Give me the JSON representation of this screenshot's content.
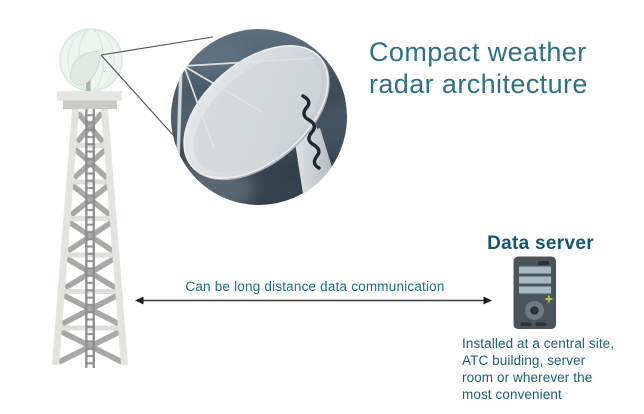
{
  "title": {
    "text": "Compact weather radar architecture",
    "lines": [
      "Compact weather",
      "radar architecture"
    ]
  },
  "link": {
    "caption": "Can be long distance data communication",
    "arrow_style": "double-headed-horizontal"
  },
  "server": {
    "label": "Data server",
    "description": "Installed at a central site, ATC building, server room or wherever the most convenient",
    "description_lines": [
      "Installed at a central site,",
      "ATC building, server",
      "room or wherever the",
      "most convenient"
    ]
  },
  "icons": {
    "tower": "lattice-radar-tower-icon",
    "radome": "radome-sphere-icon",
    "radome_dish": "small-dish-antenna-icon",
    "photo_inset": "radar-dish-photo-inset",
    "callout": "magnifier-callout-lines",
    "arrow": "double-arrow-icon",
    "server": "server-tower-icon"
  },
  "colors": {
    "title_teal": "#2d7187",
    "caption_teal": "#1b6d8a",
    "label_teal": "#14586f",
    "body_teal": "#1d6077",
    "arrow_dark": "#3a3a3a",
    "tower_leg": "#e4e4e0",
    "tower_brace": "#a8a9a7",
    "tower_ladder": "#8d8f8f",
    "platform_light": "#e6e7e3",
    "platform_dark": "#c9cac6",
    "radome_fill": "#ecf5f0",
    "radome_line": "#d6e7df",
    "sky_dark": "#333f4a",
    "sky_light": "#5d7080",
    "dish_gray": "#d6dadc",
    "server_body": "#4a545c",
    "server_bars": "#a7bac4",
    "server_accent": "#b6c937"
  }
}
